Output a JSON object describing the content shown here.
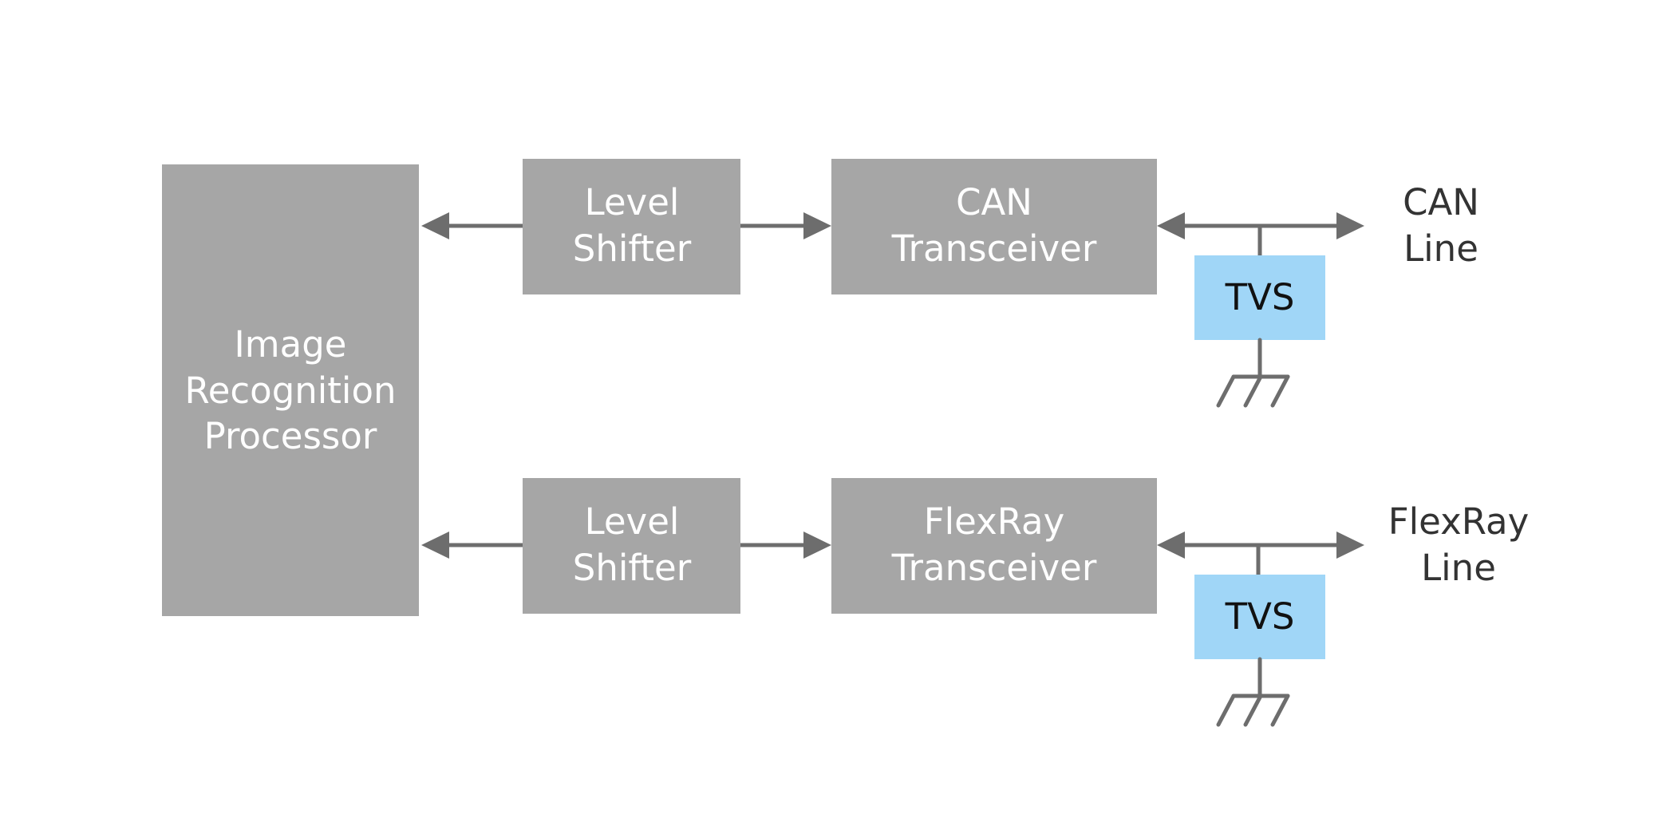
{
  "blocks": {
    "processor": {
      "lines": [
        "Image",
        "Recognition",
        "Processor"
      ]
    },
    "level_shifter_can": {
      "lines": [
        "Level",
        "Shifter"
      ]
    },
    "can_transceiver": {
      "lines": [
        "CAN",
        "Transceiver"
      ]
    },
    "level_shifter_flexray": {
      "lines": [
        "Level",
        "Shifter"
      ]
    },
    "flexray_transceiver": {
      "lines": [
        "FlexRay",
        "Transceiver"
      ]
    },
    "tvs_can": {
      "label": "TVS"
    },
    "tvs_flexray": {
      "label": "TVS"
    }
  },
  "lines": {
    "can_line": {
      "lines": [
        "CAN",
        "Line"
      ]
    },
    "flexray_line": {
      "lines": [
        "FlexRay",
        "Line"
      ]
    }
  },
  "colors": {
    "block_fill": "#a6a6a6",
    "tvs_fill": "#a0d6f7",
    "connector": "#6d6d6d"
  }
}
